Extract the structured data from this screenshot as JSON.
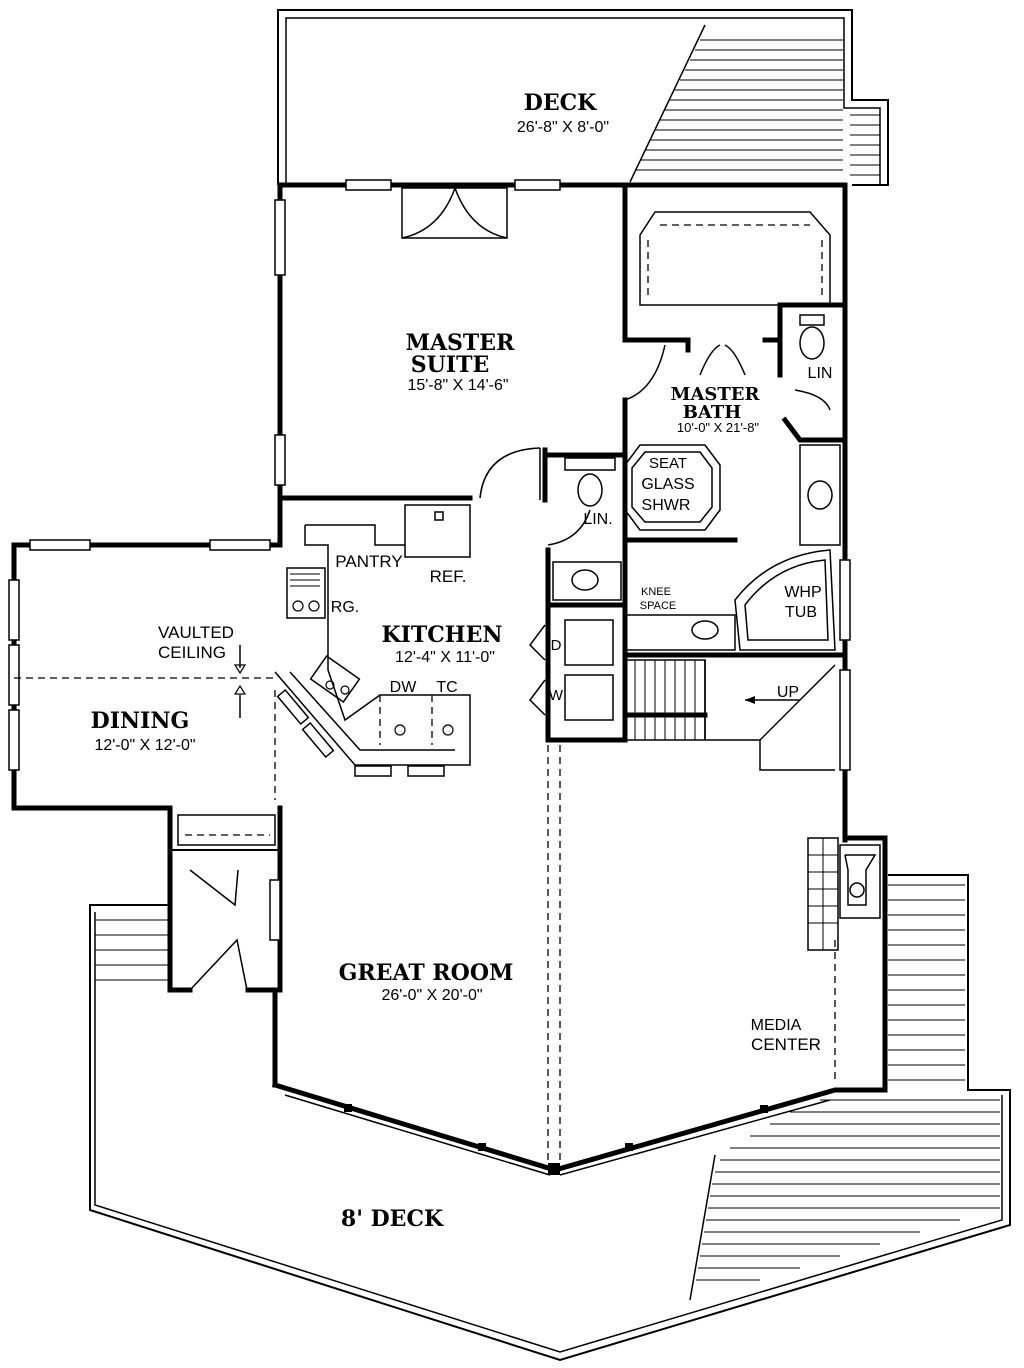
{
  "rooms": {
    "top_deck": {
      "name": "DECK",
      "dims": "26'-8\" X 8'-0\""
    },
    "master_suite": {
      "name_line1": "MASTER",
      "name_line2": "SUITE",
      "dims": "15'-8\" X 14'-6\""
    },
    "master_bath": {
      "name_line1": "MASTER",
      "name_line2": "BATH",
      "dims": "10'-0\" X 21'-8\""
    },
    "kitchen": {
      "name": "KITCHEN",
      "dims": "12'-4\" X 11'-0\""
    },
    "dining": {
      "name": "DINING",
      "dims": "12'-0\" X 12'-0\""
    },
    "great_room": {
      "name": "GREAT ROOM",
      "dims": "26'-0\" X 20'-0\""
    },
    "bottom_deck": {
      "name": "8' DECK"
    }
  },
  "annotations": {
    "vaulted_line1": "VAULTED",
    "vaulted_line2": "CEILING",
    "pantry": "PANTRY",
    "ref": "REF.",
    "range": "RG.",
    "dw": "DW",
    "tc": "TC",
    "lin_hall": "LIN.",
    "lin_bath": "LIN",
    "seat": "SEAT",
    "glass": "GLASS",
    "shwr": "SHWR",
    "knee": "KNEE",
    "space": "SPACE",
    "whp": "WHP",
    "tub": "TUB",
    "up": "UP",
    "media_line1": "MEDIA",
    "media_line2": "CENTER",
    "washer_d": "D",
    "washer_w": "W"
  }
}
